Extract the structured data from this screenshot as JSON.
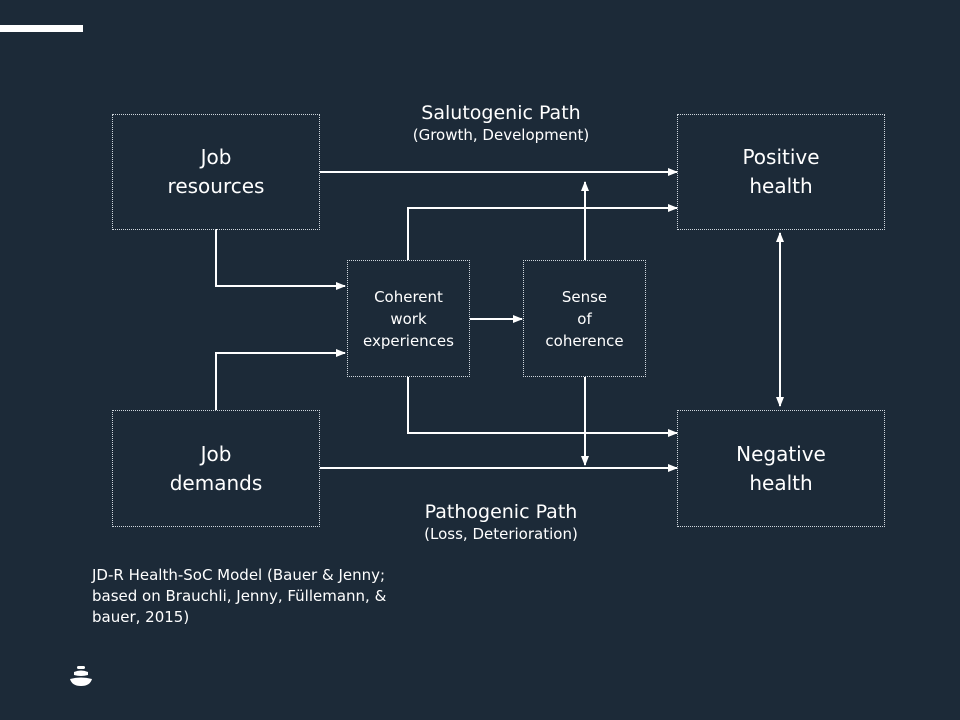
{
  "boxes": {
    "job_resources": [
      "Job",
      "resources"
    ],
    "positive_health": [
      "Positive",
      "health"
    ],
    "job_demands": [
      "Job",
      "demands"
    ],
    "negative_health": [
      "Negative",
      "health"
    ],
    "coherent_work": [
      "Coherent",
      "work",
      "experiences"
    ],
    "sense_of_coherence": [
      "Sense",
      "of",
      "coherence"
    ]
  },
  "paths": {
    "salutogenic_title": "Salutogenic Path",
    "salutogenic_sub": "(Growth, Development)",
    "pathogenic_title": "Pathogenic Path",
    "pathogenic_sub": "(Loss, Deterioration)"
  },
  "caption": [
    "JD-R Health-SoC Model (Bauer & Jenny;",
    "based on Brauchli, Jenny, Füllemann, &",
    "bauer, 2015)"
  ],
  "colors": {
    "background": "#1c2a38",
    "foreground": "#ffffff"
  }
}
